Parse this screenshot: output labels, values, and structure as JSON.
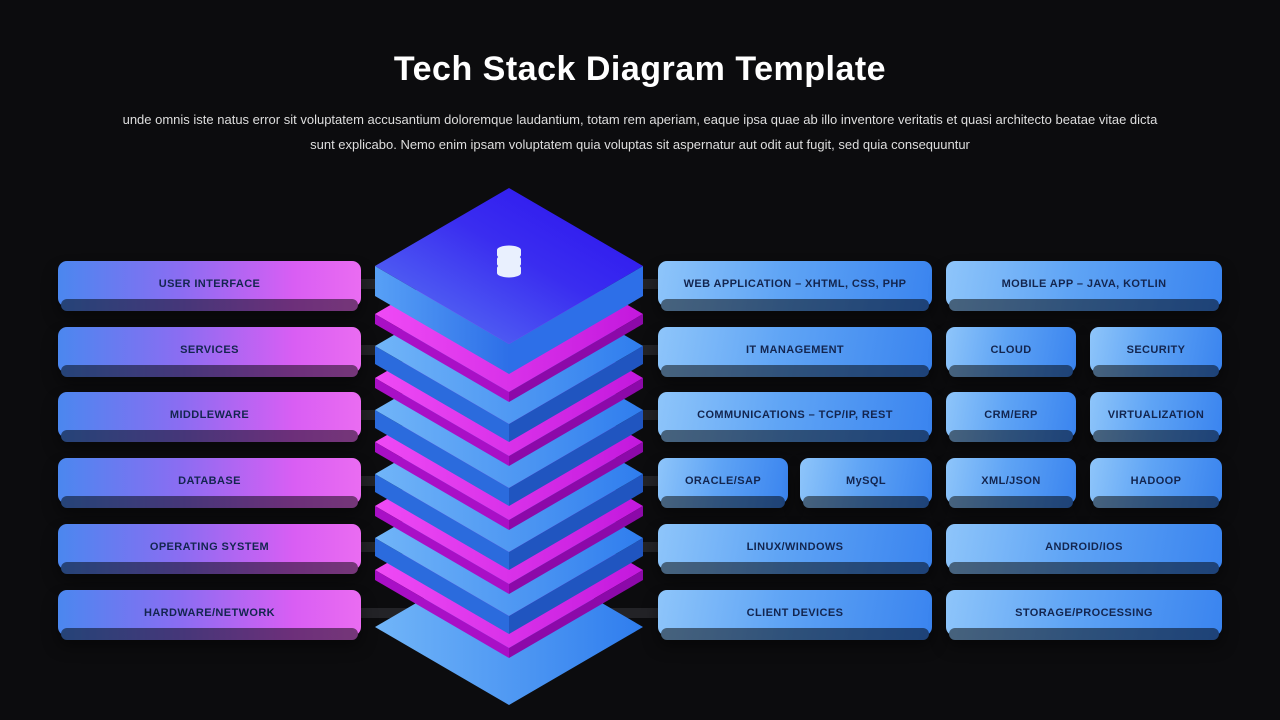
{
  "title": "Tech Stack Diagram Template",
  "subtitle": {
    "line1": "unde omnis iste natus error sit voluptatem accusantium doloremque laudantium, totam rem aperiam, eaque ipsa quae ab illo inventore veritatis et quasi architecto beatae vitae dicta",
    "line2": "sunt explicabo. Nemo enim ipsam voluptatem quia voluptas sit aspernatur aut odit aut fugit, sed quia consequuntur"
  },
  "left_pills": [
    "USER INTERFACE",
    "SERVICES",
    "MIDDLEWARE",
    "DATABASE",
    "OPERATING SYSTEM",
    "HARDWARE/NETWORK"
  ],
  "right_pills": [
    "WEB APPLICATION – XHTML, CSS, PHP",
    "MOBILE APP – JAVA, KOTLIN",
    "IT MANAGEMENT",
    "CLOUD",
    "SECURITY",
    "COMMUNICATIONS – TCP/IP, REST",
    "CRM/ERP",
    "VIRTUALIZATION",
    "ORACLE/SAP",
    "MySQL",
    "XML/JSON",
    "HADOOP",
    "LINUX/WINDOWS",
    "ANDROID/IOS",
    "CLIENT DEVICES",
    "STORAGE/PROCESSING"
  ],
  "stack": {
    "icon": "database-icon",
    "layer_count": 11,
    "description": "isometric 3D layer stack, indigo top layer with database icon, alternating magenta and blue layers below"
  },
  "colors": {
    "background": "#0c0c0e",
    "title": "#ffffff",
    "subtitle": "#dedede",
    "pill_text": "#13254f",
    "left_pill_gradient_start": "#4b87ef",
    "left_pill_gradient_end": "#ea6cf2",
    "right_pill_gradient_start": "#8ec5fa",
    "right_pill_gradient_end": "#3a84ef",
    "stack_top_face": "#3a2df0",
    "stack_blue_face": "#4a94f2",
    "stack_magenta_face": "#d92fe8"
  }
}
